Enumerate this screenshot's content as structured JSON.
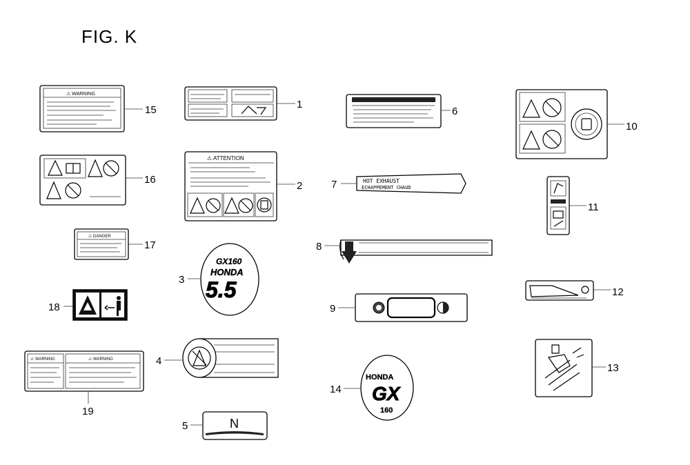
{
  "figure": {
    "title": "FIG. K"
  },
  "callouts": {
    "c1": "1",
    "c2": "2",
    "c3": "3",
    "c4": "4",
    "c5": "5",
    "c6": "6",
    "c7": "7",
    "c8": "8",
    "c9": "9",
    "c10": "10",
    "c11": "11",
    "c12": "12",
    "c13": "13",
    "c14": "14",
    "c15": "15",
    "c16": "16",
    "c17": "17",
    "c18": "18",
    "c19": "19"
  },
  "labels": {
    "warning_15": "⚠ WARNING",
    "attention_2": "⚠ ATTENTION",
    "danger_17": "⚠ DANGER",
    "warning_19_left": "⚠ WARNING",
    "warning_19_right": "⚠ WARNING",
    "hot_exhaust_line1": "HOT EXHAUST",
    "hot_exhaust_line2": "ECHAPPEMENT CHAUD",
    "emblem_3_model": "GX160",
    "emblem_3_brand": "HONDA",
    "emblem_3_hp": "5.5",
    "emblem_14_brand": "HONDA",
    "emblem_14_series": "GX",
    "emblem_14_model": "160",
    "decal_5_letter": "N"
  }
}
